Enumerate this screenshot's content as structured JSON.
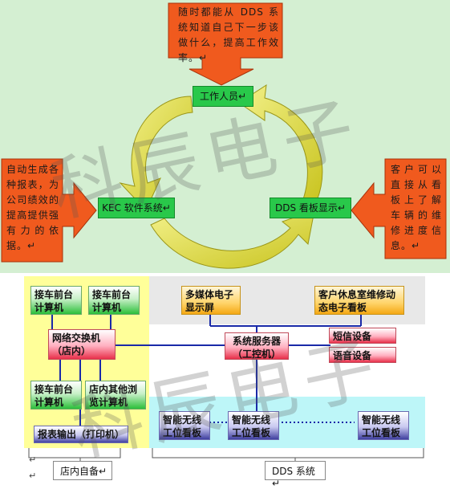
{
  "top": {
    "callouts": {
      "top": "随时都能从 DDS 系统知道自己下一步该做什么，提高工作效率。↵",
      "left": "自动生成各种报表，为公司绩效的提高提供强有力的依据。↵",
      "right": "客户可以直接从看板上了解车辆的维修进度信息。↵"
    },
    "nodes": {
      "staff": "工作人员↵",
      "kec": "KEC 软件系统↵",
      "dds_board": "DDS 看板显示↵"
    },
    "colors": {
      "panel": "#d4efd2",
      "callout": "#f05a1e",
      "node": "#29c84a",
      "arrow": "#e4e25c"
    }
  },
  "bottom": {
    "boxes": {
      "front_desk_1": "接车前台计算机",
      "front_desk_2": "接车前台计算机",
      "network_switch": "网络交换机（店内）",
      "front_desk_3": "接车前台计算机",
      "other_browse": "店内其他浏览计算机",
      "report_output": "报表输出（打印机）",
      "multimedia": "多媒体电子显示屏",
      "lounge_board": "客户休息室维修动态电子看板",
      "server": "系统服务器（工控机）",
      "sms": "短信设备",
      "voice": "语音设备",
      "wireless_1": "智能无线工位看板",
      "wireless_2": "智能无线工位看板",
      "wireless_3": "智能无线工位看板"
    },
    "legend": {
      "store": "店内自备↵",
      "dds": "DDS 系统↵"
    },
    "colors": {
      "store_area": "#ffff99",
      "dds_gray": "#e8e8e8",
      "dds_cyan": "#bdf6f8",
      "line": "#1a2aa8"
    }
  },
  "watermark": "科辰电子"
}
